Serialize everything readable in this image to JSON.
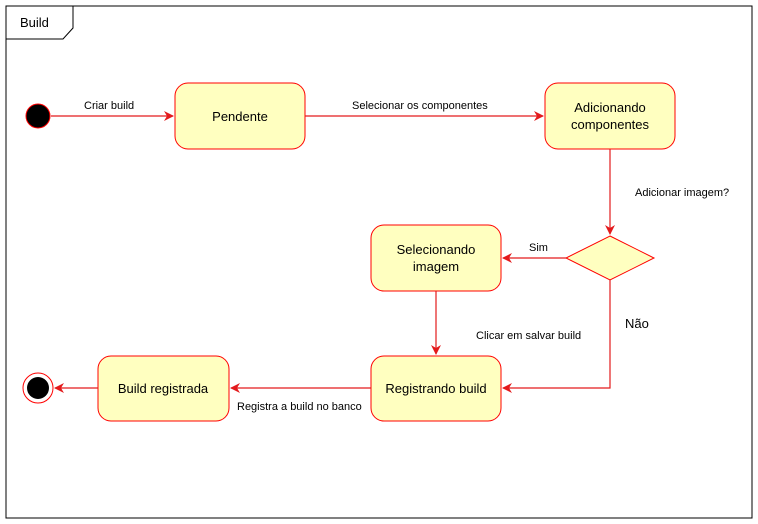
{
  "frame": {
    "title": "Build"
  },
  "states": {
    "pendente": "Pendente",
    "adicionando_line1": "Adicionando",
    "adicionando_line2": "componentes",
    "selecionando_line1": "Selecionando",
    "selecionando_line2": "imagem",
    "registrando": "Registrando build",
    "registrada": "Build registrada"
  },
  "transitions": {
    "criar_build": "Criar build",
    "selecionar_componentes": "Selecionar os componentes",
    "adicionar_imagem": "Adicionar imagem?",
    "sim": "Sim",
    "nao": "Não",
    "clicar_salvar": "Clicar em salvar build",
    "registra_banco": "Registra a build no banco"
  },
  "colors": {
    "state_fill": "#ffffc0",
    "state_stroke": "#ff0000",
    "arrow": "#e31a1c",
    "node_fill": "#000000",
    "frame_stroke": "#000000"
  }
}
